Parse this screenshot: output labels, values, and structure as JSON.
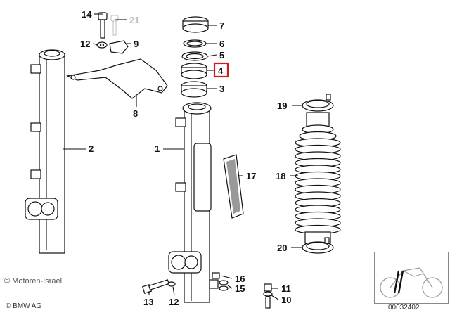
{
  "callouts": {
    "c1": "1",
    "c2": "2",
    "c3": "3",
    "c4": "4",
    "c5": "5",
    "c6": "6",
    "c7": "7",
    "c8": "8",
    "c9": "9",
    "c10": "10",
    "c11": "11",
    "c12a": "12",
    "c12b": "12",
    "c13": "13",
    "c14": "14",
    "c15": "15",
    "c16": "16",
    "c17": "17",
    "c18": "18",
    "c19": "19",
    "c20": "20",
    "c21": "21"
  },
  "highlighted_callout": "4",
  "footer": {
    "copyright": "© Motoren-Israel",
    "brand": "© BMW AG",
    "diagram_number": "00032402"
  },
  "colors": {
    "highlight": "#d11a1a",
    "inactive_callout": "#bdbdbd"
  }
}
